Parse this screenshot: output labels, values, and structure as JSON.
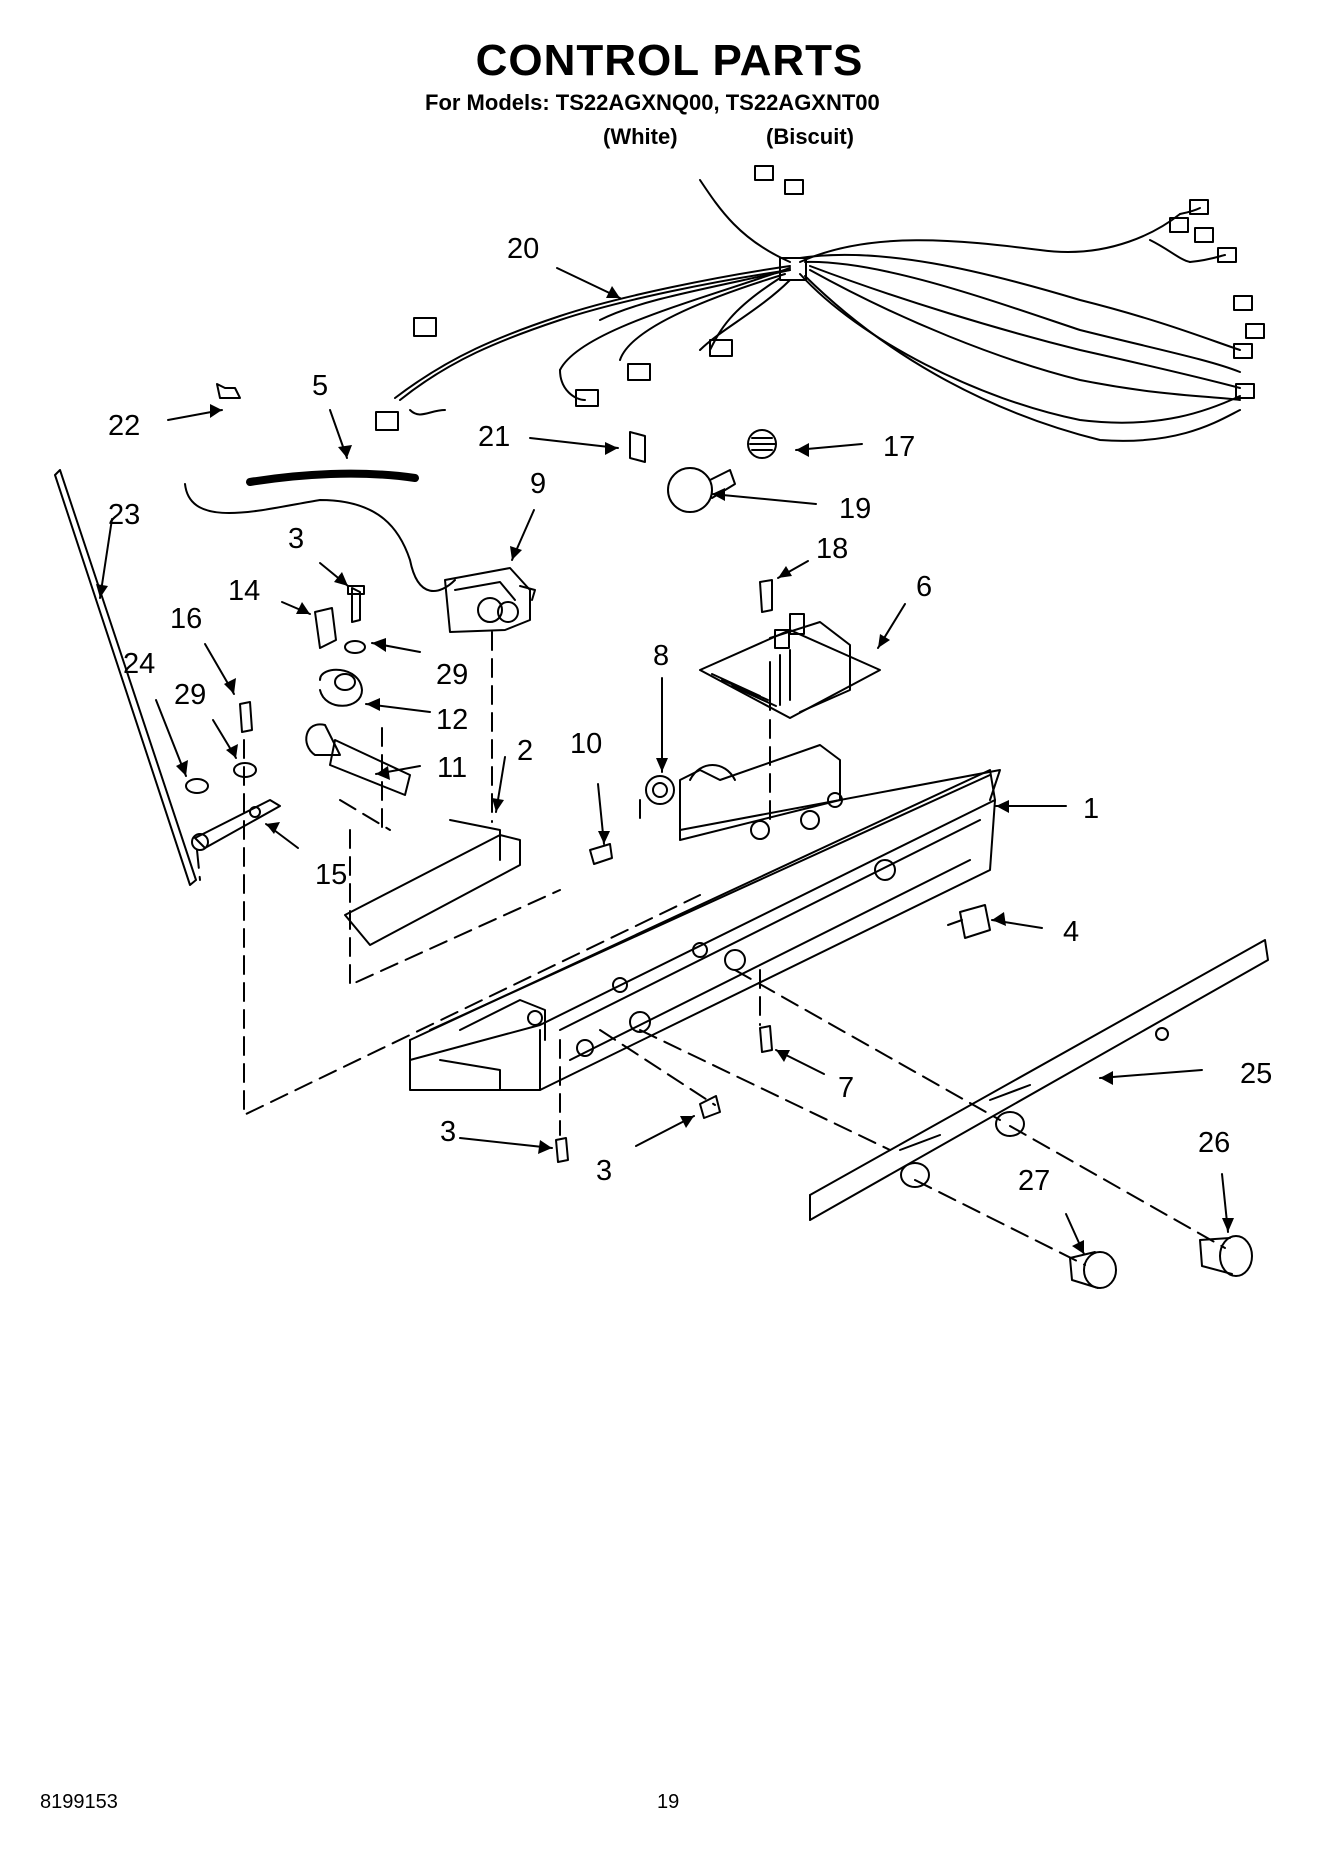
{
  "title": "CONTROL PARTS",
  "subtitle": "For Models: TS22AGXNQ00, TS22AGXNT00",
  "variants": [
    "(White)",
    "(Biscuit)"
  ],
  "callouts": [
    {
      "id": "c20",
      "label": "20"
    },
    {
      "id": "c22",
      "label": "22"
    },
    {
      "id": "c5",
      "label": "5"
    },
    {
      "id": "c21",
      "label": "21"
    },
    {
      "id": "c17",
      "label": "17"
    },
    {
      "id": "c19",
      "label": "19"
    },
    {
      "id": "c23",
      "label": "23"
    },
    {
      "id": "c9",
      "label": "9"
    },
    {
      "id": "c3a",
      "label": "3"
    },
    {
      "id": "c18",
      "label": "18"
    },
    {
      "id": "c14",
      "label": "14"
    },
    {
      "id": "c6",
      "label": "6"
    },
    {
      "id": "c16",
      "label": "16"
    },
    {
      "id": "c24",
      "label": "24"
    },
    {
      "id": "c29a",
      "label": "29"
    },
    {
      "id": "c8",
      "label": "8"
    },
    {
      "id": "c29b",
      "label": "29"
    },
    {
      "id": "c12",
      "label": "12"
    },
    {
      "id": "c2",
      "label": "2"
    },
    {
      "id": "c10",
      "label": "10"
    },
    {
      "id": "c11",
      "label": "11"
    },
    {
      "id": "c1",
      "label": "1"
    },
    {
      "id": "c15",
      "label": "15"
    },
    {
      "id": "c4",
      "label": "4"
    },
    {
      "id": "c7",
      "label": "7"
    },
    {
      "id": "c25",
      "label": "25"
    },
    {
      "id": "c3b",
      "label": "3"
    },
    {
      "id": "c3c",
      "label": "3"
    },
    {
      "id": "c26",
      "label": "26"
    },
    {
      "id": "c27",
      "label": "27"
    }
  ],
  "footer": {
    "doc_number": "8199153",
    "page_number": "19"
  }
}
